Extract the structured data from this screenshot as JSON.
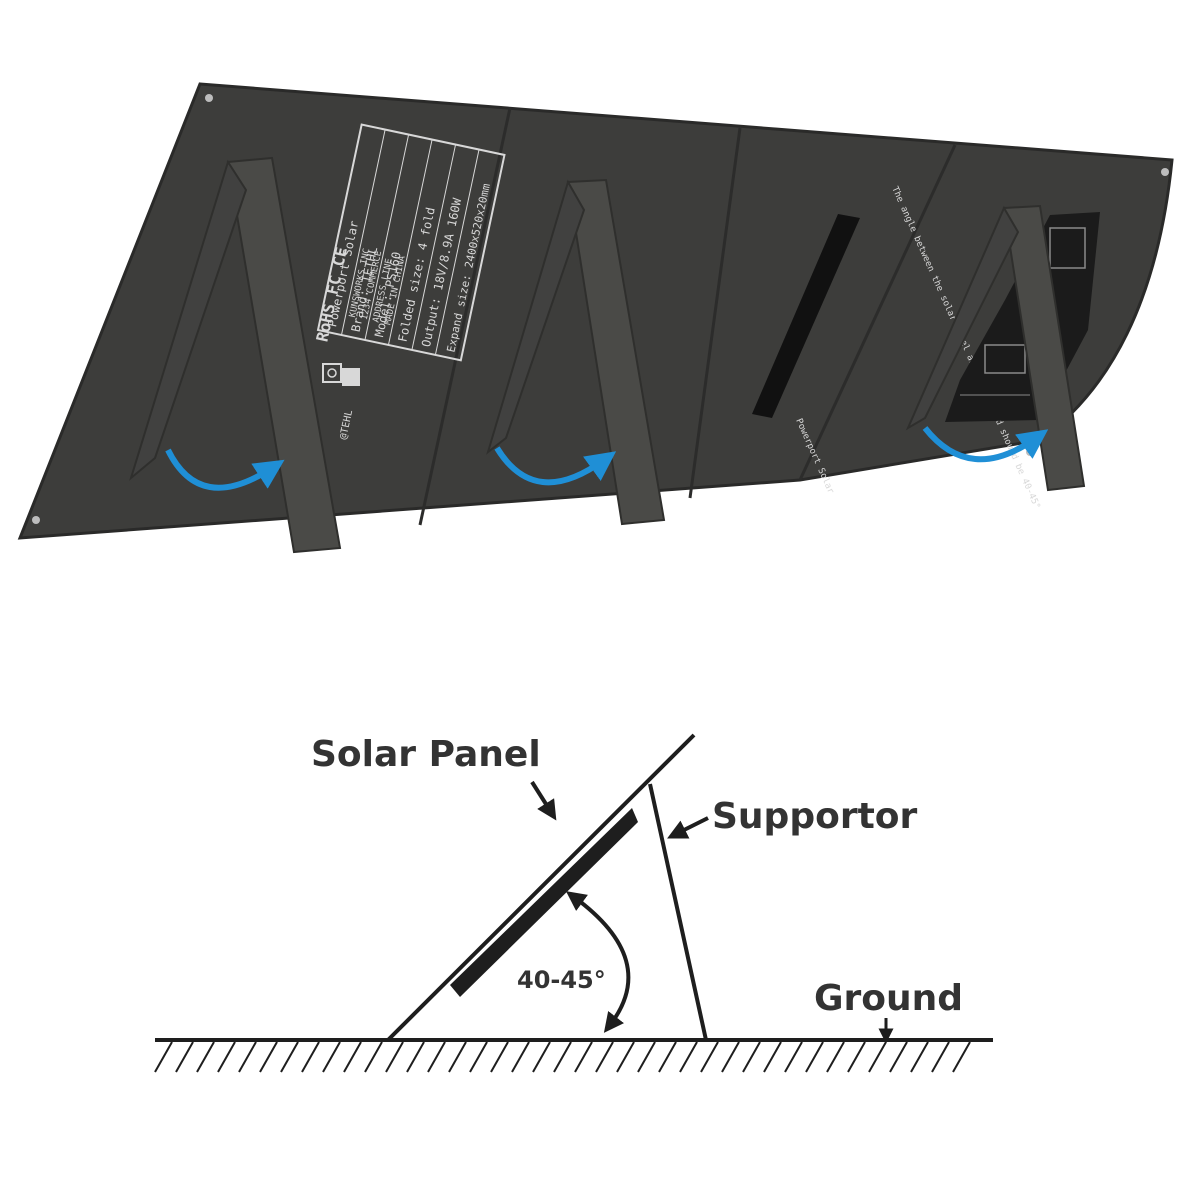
{
  "colors": {
    "panel": "#3d3d3b",
    "panel_edge": "#2a2a29",
    "kickstand": "#4a4a47",
    "kickstand_edge": "#2f2f2d",
    "arrow": "#1f8fd6",
    "line": "#1e1e1e",
    "label_text": "#333333"
  },
  "photo": {
    "spec_plate_lines": [
      "Powerport Solar",
      "Brand: TETHL",
      "Model: PS160",
      "Folded size: 4 fold",
      "Output: 18V/8.9A 160W",
      "Expand size: 2400x520x20mm"
    ],
    "cert_marks": "RoHS  FC  CE",
    "mfr_lines": [
      "KUNSWORKS INC",
      "1234 COMMERCE",
      "ADDRESS LINE",
      "MADE IN CHINA"
    ],
    "brand_mark": "@TEHL",
    "angle_note": "The angle between the solar panel and the ground should be 40-45°",
    "port_label": "Powerport Solar",
    "arrow_icons": [
      "rotate-arrow-icon",
      "rotate-arrow-icon",
      "rotate-arrow-icon"
    ]
  },
  "diagram": {
    "panel_label": "Solar Panel",
    "supportor_label": "Supportor",
    "angle_label": "40-45°",
    "ground_label": "Ground"
  }
}
